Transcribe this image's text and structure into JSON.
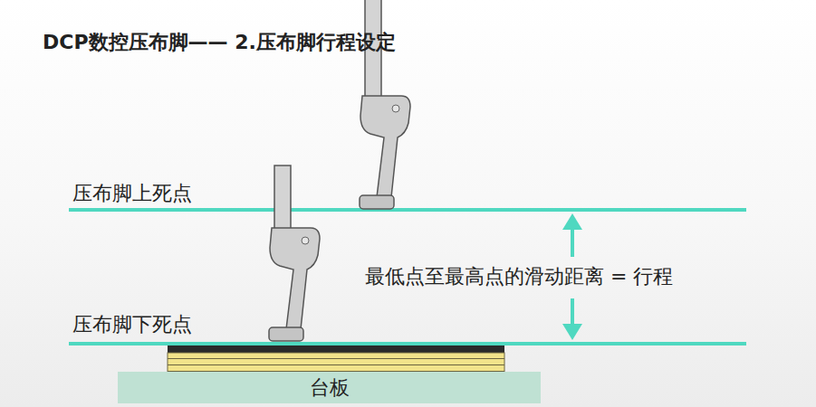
{
  "diagram": {
    "title": "DCP数控压布脚—— 2.压布脚行程设定",
    "nodes": [
      {
        "text": [
          "台板"
        ]
      }
    ],
    "labels": [
      "压布脚上死点",
      "压布脚下死点",
      "最低点至最高点的滑动距离 = 行程"
    ]
  }
}
